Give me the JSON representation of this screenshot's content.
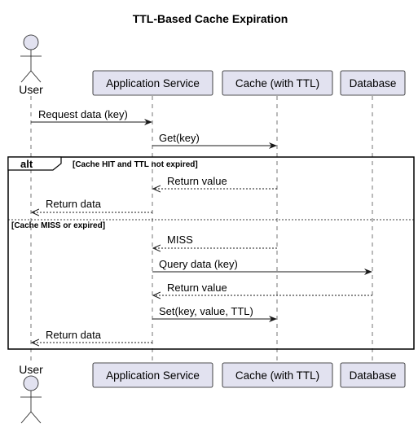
{
  "title": "TTL-Based Cache Expiration",
  "participants": {
    "user": "User",
    "app": "Application Service",
    "cache": "Cache (with TTL)",
    "db": "Database"
  },
  "messages": {
    "m1": "Request data (key)",
    "m2": "Get(key)",
    "m3": "Return value",
    "m4": "Return data",
    "m5": "MISS",
    "m6": "Query data (key)",
    "m7": "Return value",
    "m8": "Set(key, value, TTL)",
    "m9": "Return data"
  },
  "alt": {
    "keyword": "alt",
    "guard_hit": "[Cache HIT and TTL not expired]",
    "guard_miss": "[Cache MISS or expired]"
  },
  "colors": {
    "participant_fill": "#e2e2f0",
    "participant_stroke": "#181818",
    "lifeline": "#181818",
    "arrow": "#181818"
  }
}
